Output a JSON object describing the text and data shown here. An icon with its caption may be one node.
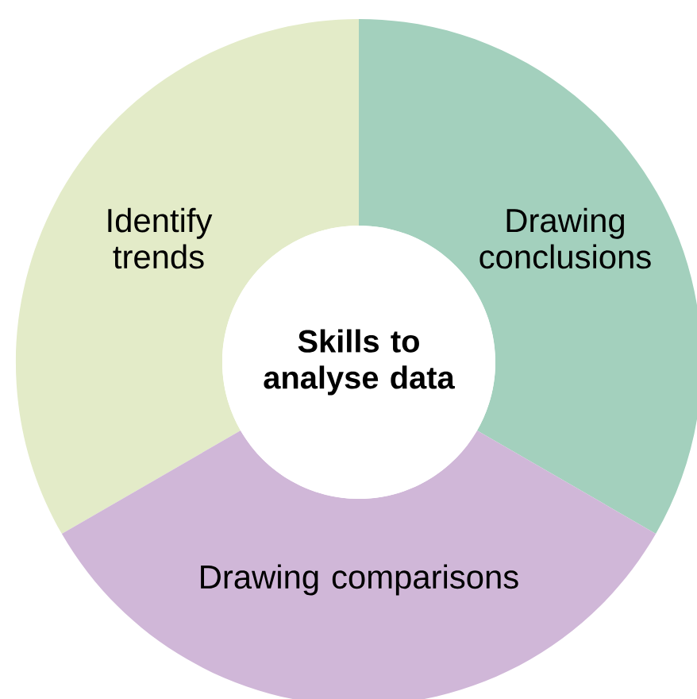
{
  "diagram": {
    "nodes": [
      {
        "text": [
          "Identify trends"
        ]
      },
      {
        "text": [
          "Drawing conclusions"
        ]
      },
      {
        "text": [
          "Skills to analyse data"
        ]
      },
      {
        "text": [
          "Drawing comparisons"
        ]
      }
    ]
  }
}
